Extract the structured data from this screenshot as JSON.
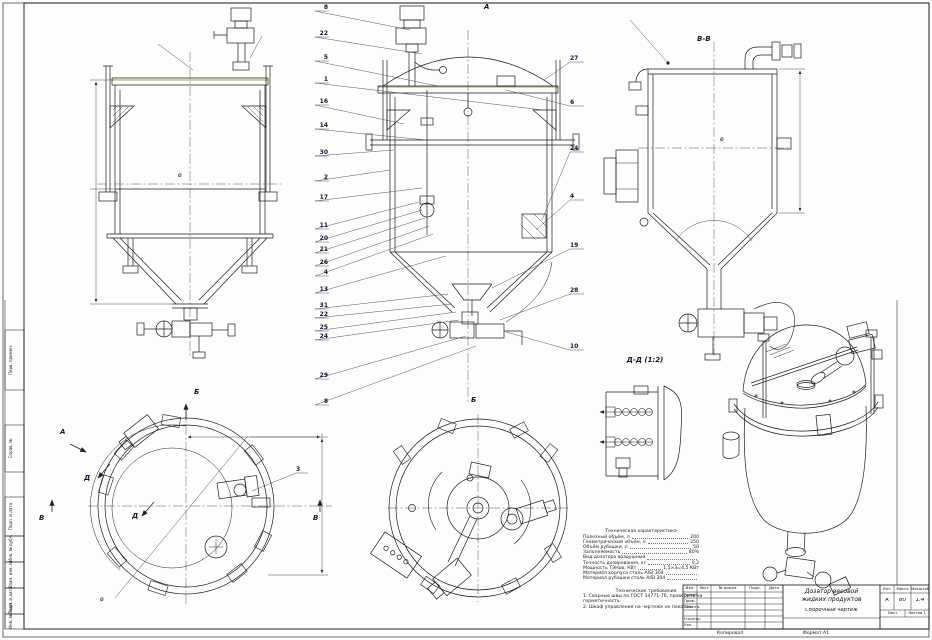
{
  "view_labels": {
    "section_a": "А",
    "section_bb": "В-В",
    "detail_dd": "Д-Д (1:2)",
    "view_b_mid": "Б",
    "arrow_b": "Б",
    "arrow_a": "А",
    "cut_d1": "Д",
    "cut_d2": "Д",
    "cut_v_left": "В",
    "cut_v_right": "В"
  },
  "symbols": {
    "diameter": "ø"
  },
  "callouts": {
    "left": [
      "8",
      "22",
      "5",
      "1",
      "16",
      "14",
      "30",
      "2",
      "17",
      "11",
      "20",
      "21",
      "26",
      "4",
      "13",
      "31",
      "22",
      "25",
      "24",
      "29",
      "8"
    ],
    "right": [
      "27",
      "6",
      "24",
      "4",
      "19",
      "28",
      "10"
    ],
    "extra": "3"
  },
  "tech_chars": {
    "title": "Техническая характеристика",
    "lines": [
      {
        "label": "Полезный объём, л",
        "value": "200"
      },
      {
        "label": "Геометрический объём, л",
        "value": "250"
      },
      {
        "label": "Объём рубашки, л",
        "value": "50"
      },
      {
        "label": "Заполняемость",
        "value": "80%"
      },
      {
        "label": "Вид дозатора воздушный",
        "value": ""
      },
      {
        "label": "Точность дозирования, кг",
        "value": "0,2"
      },
      {
        "label": "Мощность ТЭНов, КВт",
        "value": "1,5×3=4,5 КВт"
      },
      {
        "label": "Материал корпуса сталь AISI 304",
        "value": ""
      },
      {
        "label": "Материал рубашки сталь AISI 304",
        "value": ""
      }
    ]
  },
  "tech_reqs": {
    "title": "Технические требования",
    "items": [
      "1. Сварные швы по ГОСТ 14771-76, проверить на герметичность.",
      "2. Шкаф управления на чертеже не показан."
    ]
  },
  "title_block": {
    "header_cells": [
      "Изм.",
      "Лист",
      "№ докум.",
      "Подп.",
      "Дата"
    ],
    "rows": [
      "Разраб.",
      "Пров.",
      "Т.контр.",
      "",
      "Н.контр.",
      "Утв."
    ],
    "name_line1": "Дозатор весовой",
    "name_line2": "жидких продуктов",
    "doc_type": "Сборочный чертеж",
    "lit_header": "Лит.",
    "mass_header": "Масса",
    "scale_header": "Масштаб",
    "lit_value": "А",
    "mass_value": "80",
    "scale_value": "1:4",
    "sheet_label": "Лист",
    "sheets_label": "Листов 1",
    "footer_copied": "Копировал",
    "footer_format": "Формат А1"
  },
  "frame_fields": [
    "Перв. примен.",
    "Справ. №",
    "Подп. и дата",
    "Инв. № дубл.",
    "Взам. инв. №",
    "Подп. и дата",
    "Инв. № подл."
  ]
}
